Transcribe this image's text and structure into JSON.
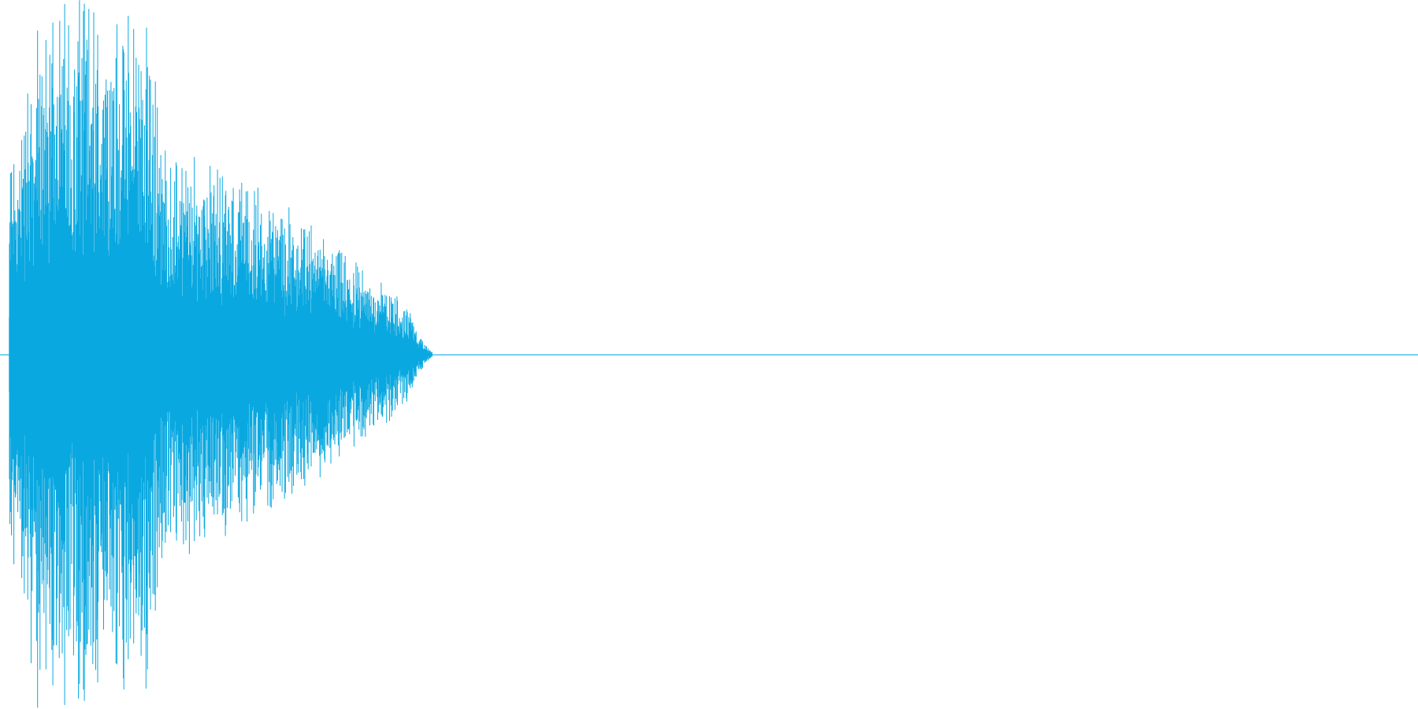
{
  "chart_data": {
    "type": "line",
    "title": "",
    "xlabel": "",
    "ylabel": "",
    "grid": false,
    "legend": "none",
    "color": "#0AA8E0",
    "background": "#FFFFFF",
    "xlim": [
      0,
      1
    ],
    "ylim": [
      -1,
      1
    ],
    "baseline": 0,
    "series": [
      {
        "envelope": {
          "x": [
            0.0,
            0.006,
            0.02,
            0.06,
            0.098,
            0.11,
            0.15,
            0.2,
            0.24,
            0.28,
            0.295,
            0.302,
            0.3
          ],
          "amplitude": [
            0.66,
            0.62,
            1.0,
            1.0,
            0.95,
            0.59,
            0.53,
            0.42,
            0.28,
            0.16,
            0.03,
            0.0,
            0.0
          ]
        }
      }
    ]
  }
}
